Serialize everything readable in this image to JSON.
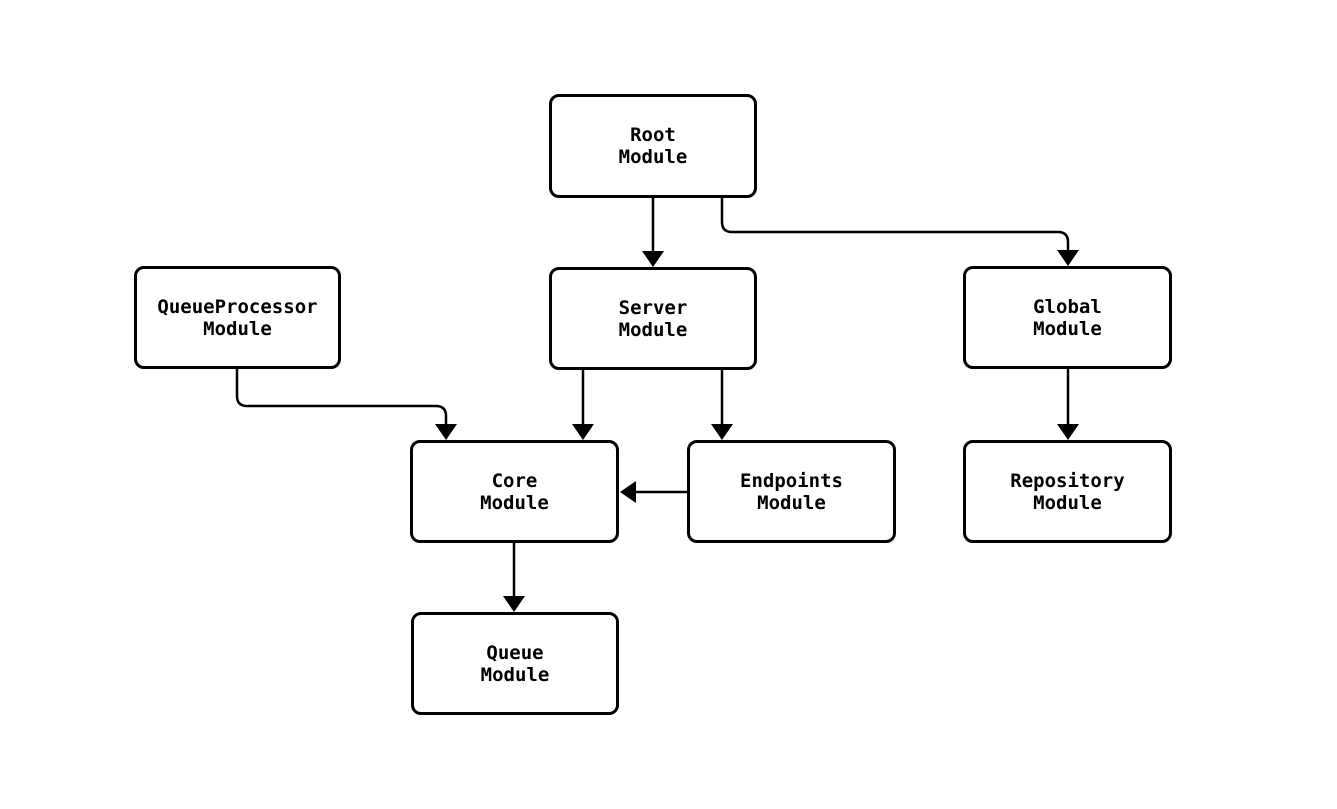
{
  "diagram": {
    "type": "flowchart",
    "background_color": "#ffffff",
    "node_border_color": "#000000",
    "node_fill_color": "#ffffff",
    "edge_color": "#000000",
    "text_color": "#000000",
    "nodes": [
      {
        "id": "root",
        "label": "Root\nModule"
      },
      {
        "id": "queueprocessor",
        "label": "QueueProcessor\nModule"
      },
      {
        "id": "server",
        "label": "Server\nModule"
      },
      {
        "id": "global",
        "label": "Global\nModule"
      },
      {
        "id": "core",
        "label": "Core\nModule"
      },
      {
        "id": "endpoints",
        "label": "Endpoints\nModule"
      },
      {
        "id": "repository",
        "label": "Repository\nModule"
      },
      {
        "id": "queue",
        "label": "Queue\nModule"
      }
    ],
    "edges": [
      {
        "from": "root",
        "to": "server"
      },
      {
        "from": "root",
        "to": "global"
      },
      {
        "from": "queueprocessor",
        "to": "core"
      },
      {
        "from": "server",
        "to": "core"
      },
      {
        "from": "server",
        "to": "endpoints"
      },
      {
        "from": "endpoints",
        "to": "core"
      },
      {
        "from": "core",
        "to": "queue"
      },
      {
        "from": "global",
        "to": "repository"
      }
    ]
  }
}
